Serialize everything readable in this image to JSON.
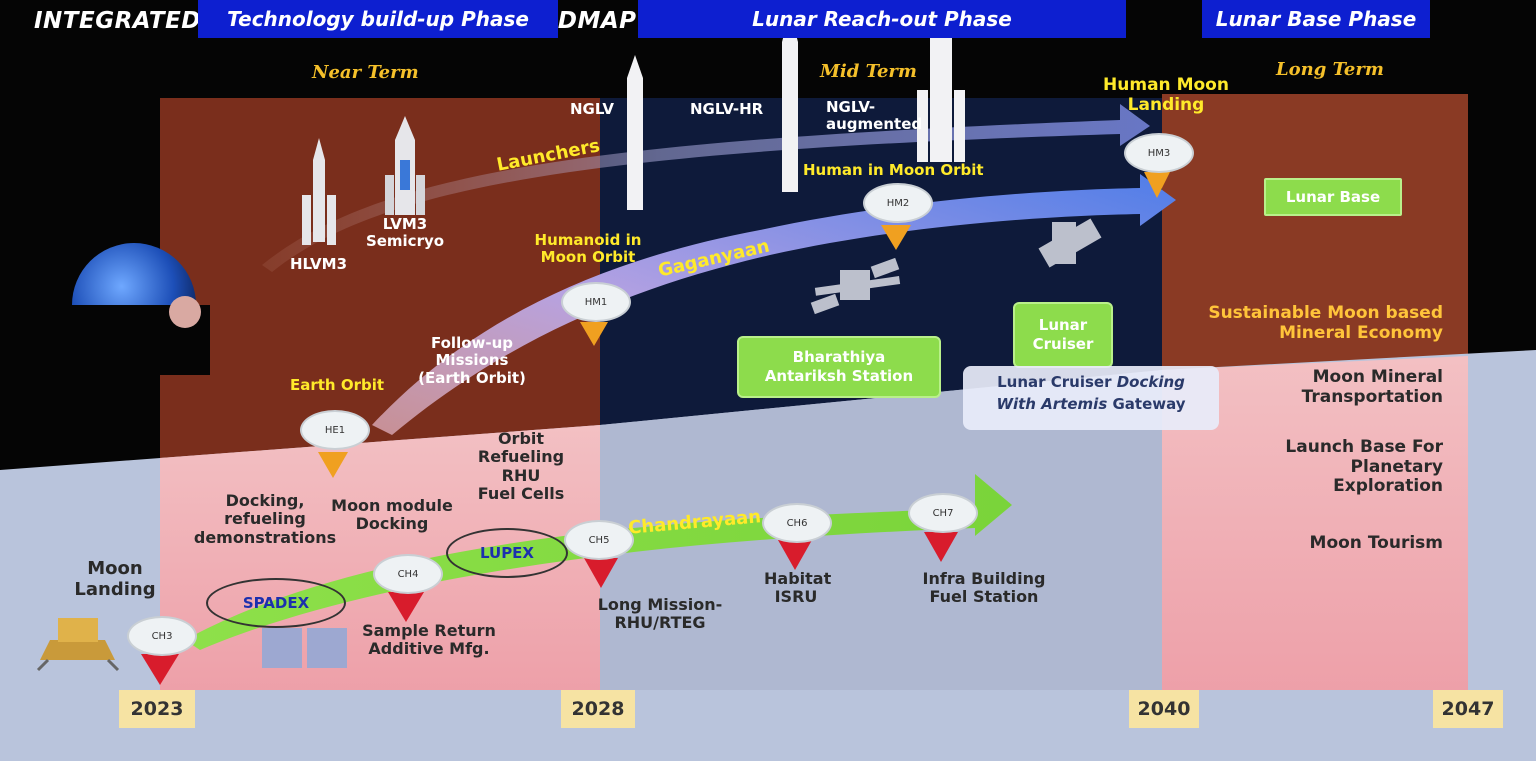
{
  "title": "INTEGRATED LUNAR EXPLORATION ROADMAP",
  "terms": {
    "near": "Near Term",
    "mid": "Mid Term",
    "long": "Long Term"
  },
  "launchers": {
    "label": "Launchers",
    "hlvm3": "HLVM3",
    "lvm3_line1": "LVM3",
    "lvm3_line2": "Semicryo",
    "nglv": "NGLV",
    "nglv_hr": "NGLV-HR",
    "nglv_aug_line1": "NGLV-",
    "nglv_aug_line2": "augmented"
  },
  "gaganyaan": {
    "label": "Gaganyaan",
    "nodes": {
      "he1": "HE1",
      "hm1": "HM1",
      "hm2": "HM2",
      "hm3": "HM3"
    },
    "earth_orbit": "Earth Orbit",
    "followup_line1": "Follow-up",
    "followup_line2": "Missions",
    "followup_line3": "(Earth Orbit)",
    "humanoid_line1": "Humanoid in",
    "humanoid_line2": "Moon Orbit",
    "human_moon_orbit": "Human in Moon Orbit",
    "human_landing_line1": "Human Moon",
    "human_landing_line2": "Landing"
  },
  "stations": {
    "bas_line1": "Bharathiya",
    "bas_line2": "Antariksh Station",
    "cruiser_line1": "Lunar",
    "cruiser_line2": "Cruiser",
    "docking_line1_a": "Lunar Cruiser ",
    "docking_line1_b": "Docking",
    "docking_line2_a": "With ",
    "docking_line2_b": "Artemis",
    "docking_line2_c": " Gateway",
    "lunar_base": "Lunar Base"
  },
  "chandrayaan": {
    "label": "Chandrayaan",
    "nodes": {
      "ch3": "CH3",
      "ch4": "CH4",
      "ch5": "CH5",
      "ch6": "CH6",
      "ch7": "CH7"
    },
    "spadex": "SPADEX",
    "lupex": "LUPEX",
    "moon_landing_line1": "Moon",
    "moon_landing_line2": "Landing",
    "docking_line1": "Docking,",
    "docking_line2": "refueling",
    "docking_line3": "demonstrations",
    "module_line1": "Moon module",
    "module_line2": "Docking",
    "orbit_line1": "Orbit",
    "orbit_line2": "Refueling",
    "orbit_line3": "RHU",
    "orbit_line4": "Fuel Cells",
    "sample_line1": "Sample Return",
    "sample_line2": "Additive Mfg.",
    "long_line1": "Long Mission-",
    "long_line2": "RHU/RTEG",
    "habitat_line1": "Habitat",
    "habitat_line2": "ISRU",
    "infra_line1": "Infra Building",
    "infra_line2": "Fuel Station"
  },
  "long_term": {
    "economy_line1": "Sustainable Moon based",
    "economy_line2": "Mineral Economy",
    "transport_line1": "Moon Mineral",
    "transport_line2": "Transportation",
    "launchbase_line1": "Launch Base For",
    "launchbase_line2": "Planetary",
    "launchbase_line3": "Exploration",
    "tourism": "Moon Tourism"
  },
  "timeline": {
    "years": [
      "2023",
      "2028",
      "2040",
      "2047"
    ],
    "phases": [
      "Technology build-up Phase",
      "Lunar Reach-out Phase",
      "Lunar Base Phase"
    ]
  },
  "colors": {
    "near_term_panel": "#7a2e1c",
    "mid_term_panel": "#0e1a3a",
    "long_term_panel": "#8a3a24",
    "lunar_surface_pink": "#f2b3b3",
    "lunar_surface_blue": "#b9c4dc",
    "gaganyaan_arrow": "#5b7fe6",
    "chandrayaan_arrow": "#8ee04a",
    "phase_bar": "#0d1fd0",
    "year_box": "#f6e3a3",
    "term_label": "#f5c02a",
    "mission_label_yellow": "#ffea2a"
  }
}
